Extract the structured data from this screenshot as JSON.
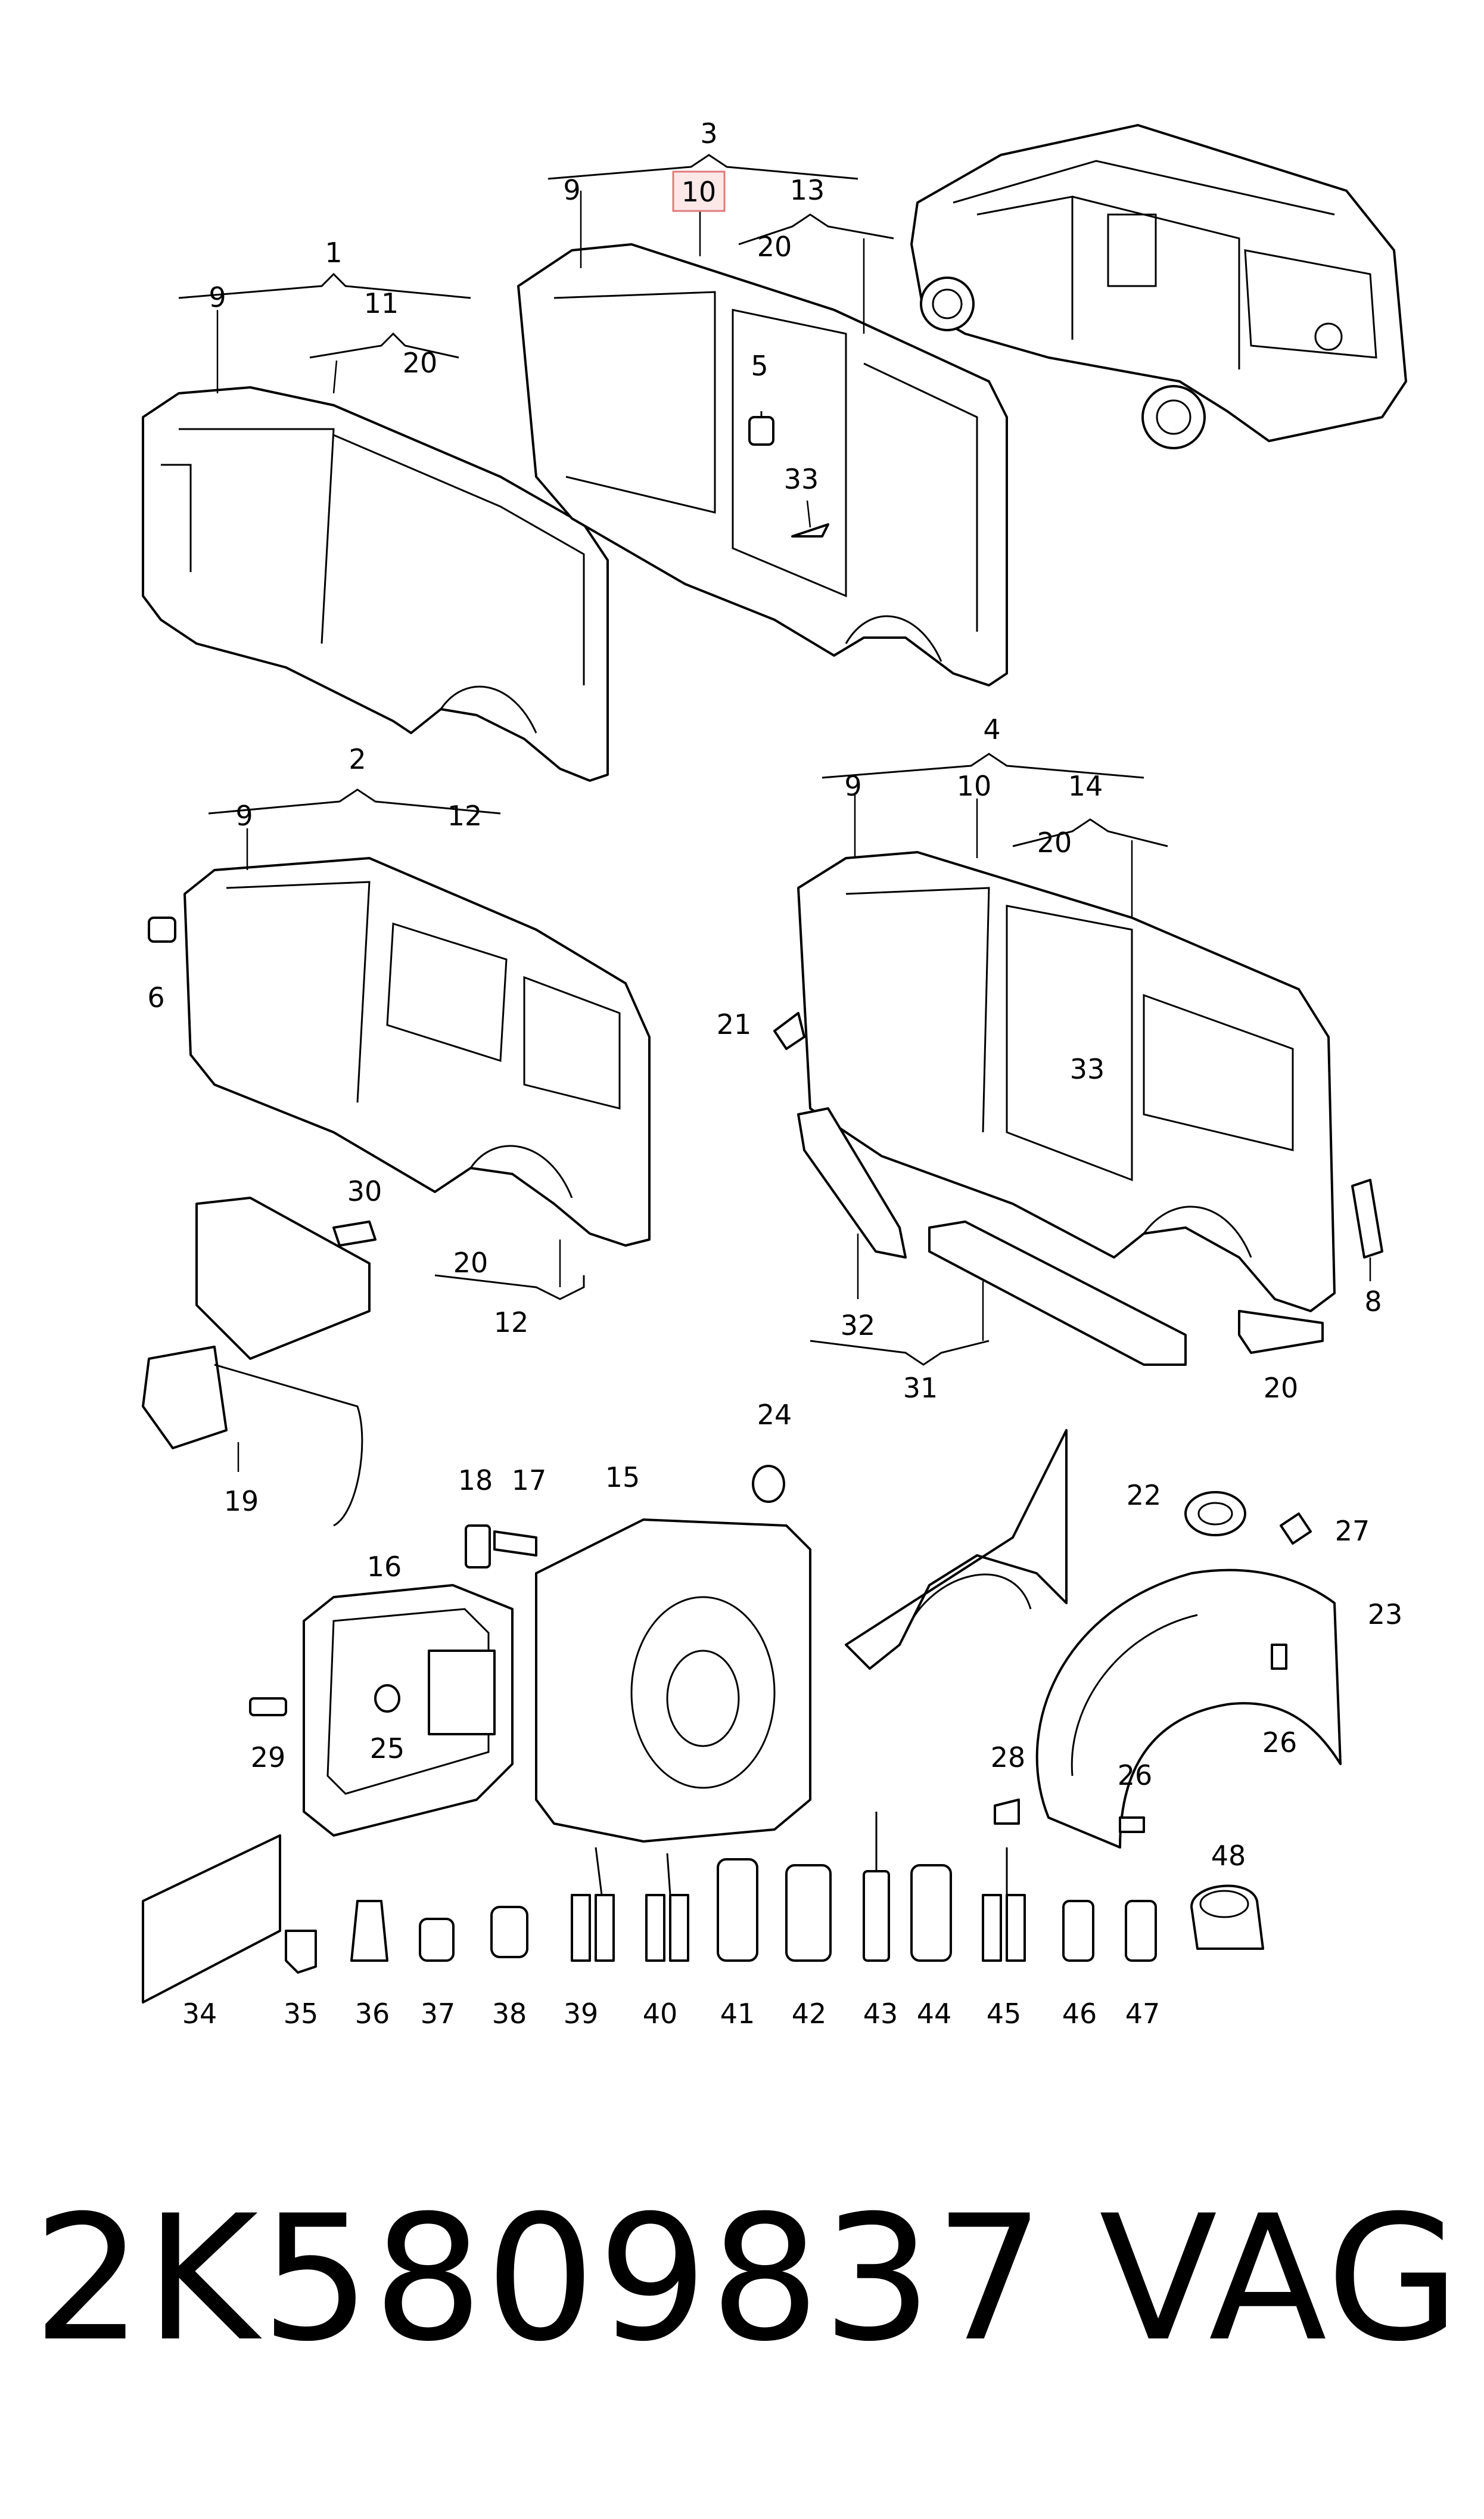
{
  "labels": {
    "n1": "1",
    "n2": "2",
    "n3": "3",
    "n4": "4",
    "n5": "5",
    "n6": "6",
    "n8": "8",
    "n9": "9",
    "n10": "10",
    "n11": "11",
    "n12": "12",
    "n13": "13",
    "n14": "14",
    "n15": "15",
    "n16": "16",
    "n17": "17",
    "n18": "18",
    "n19": "19",
    "n20": "20",
    "n21": "21",
    "n22": "22",
    "n23": "23",
    "n24": "24",
    "n25": "25",
    "n26": "26",
    "n27": "27",
    "n28": "28",
    "n29": "29",
    "n30": "30",
    "n31": "31",
    "n32": "32",
    "n33": "33",
    "n34": "34",
    "n35": "35",
    "n36": "36",
    "n37": "37",
    "n38": "38",
    "n39": "39",
    "n40": "40",
    "n41": "41",
    "n42": "42",
    "n43": "43",
    "n44": "44",
    "n45": "45",
    "n46": "46",
    "n47": "47",
    "n48": "48"
  },
  "footer": {
    "part_number": "2K5809837",
    "brand": "VAG"
  },
  "colors": {
    "highlight_fill": "#fde8e8",
    "highlight_stroke": "#e07a7a",
    "line": "#000000"
  }
}
